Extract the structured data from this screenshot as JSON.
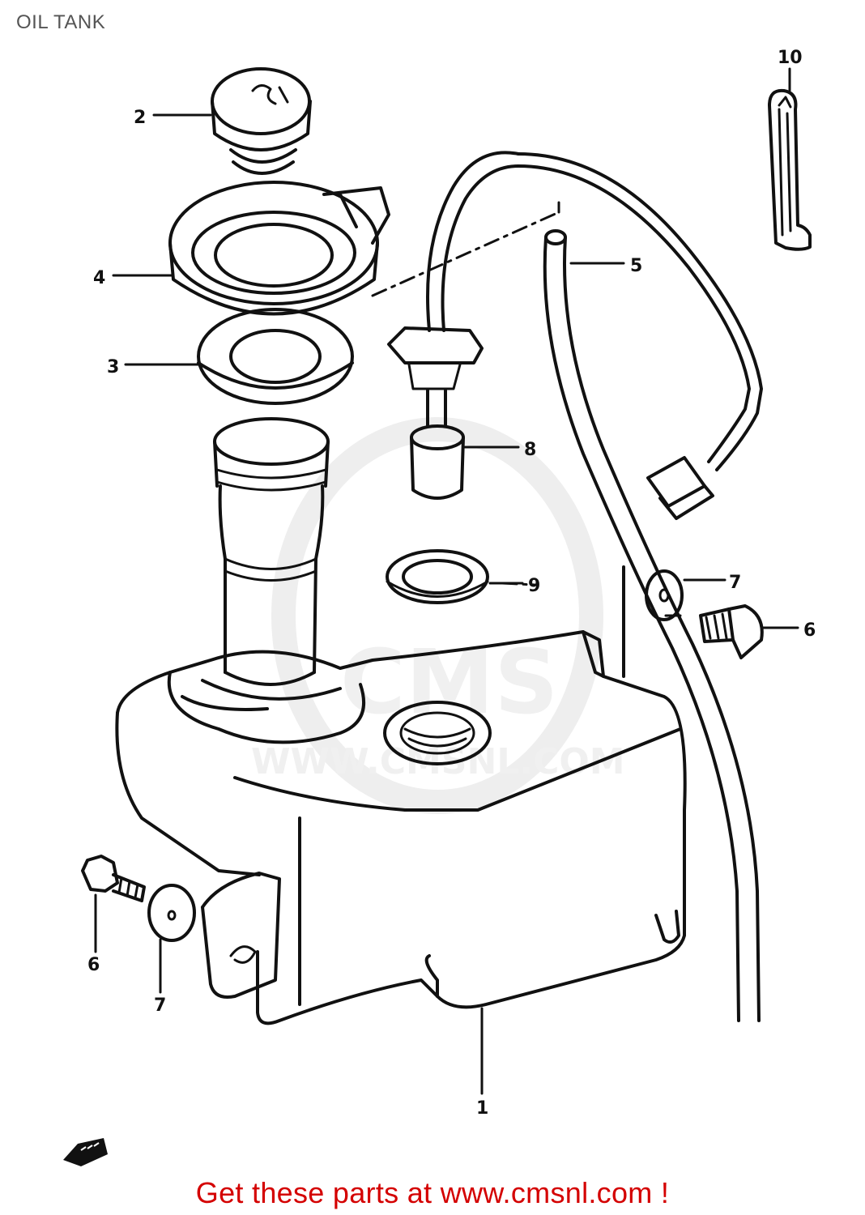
{
  "header": {
    "title": "OIL TANK"
  },
  "watermark": {
    "logo_text": "CMS",
    "url_text": "WWW.CMSNL.COM"
  },
  "callouts": [
    {
      "id": "1",
      "label": "1"
    },
    {
      "id": "2",
      "label": "2"
    },
    {
      "id": "3",
      "label": "3"
    },
    {
      "id": "4",
      "label": "4"
    },
    {
      "id": "5",
      "label": "5"
    },
    {
      "id": "6a",
      "label": "6"
    },
    {
      "id": "6b",
      "label": "6"
    },
    {
      "id": "7a",
      "label": "7"
    },
    {
      "id": "7b",
      "label": "7"
    },
    {
      "id": "8",
      "label": "8"
    },
    {
      "id": "9",
      "label": "9"
    },
    {
      "id": "10",
      "label": "10"
    }
  ],
  "footer": {
    "text": "Get these parts at www.cmsnl.com !"
  }
}
